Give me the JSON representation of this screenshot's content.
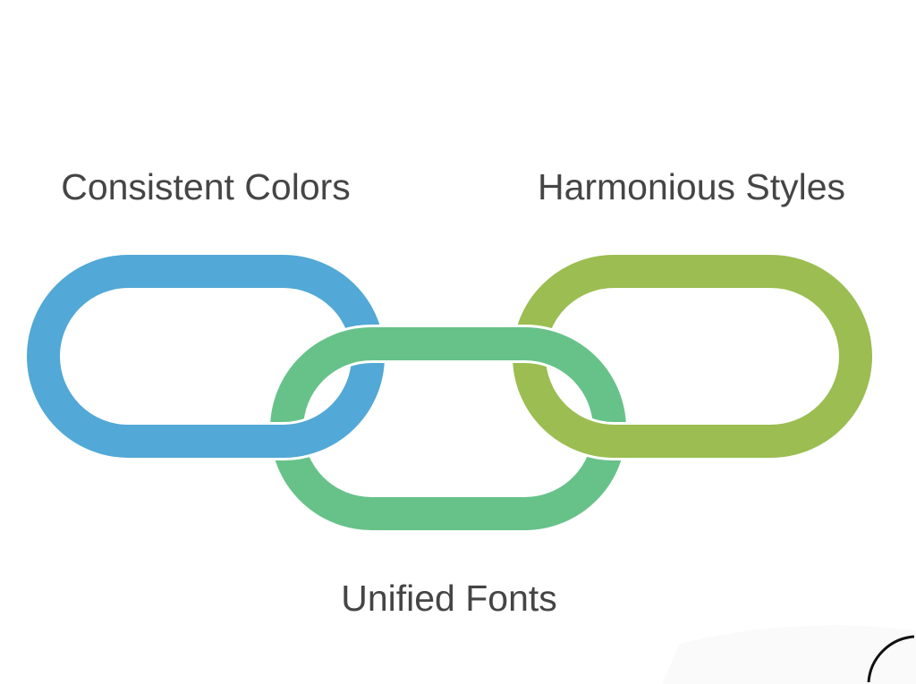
{
  "labels": {
    "left": "Consistent Colors",
    "right": "Harmonious Styles",
    "bottom": "Unified Fonts"
  },
  "colors": {
    "left_link": "#52a8d6",
    "middle_link": "#67c28a",
    "right_link": "#9bbd51",
    "text": "#454545"
  },
  "icons": [
    "chain-link-icon",
    "corner-circle-icon"
  ]
}
